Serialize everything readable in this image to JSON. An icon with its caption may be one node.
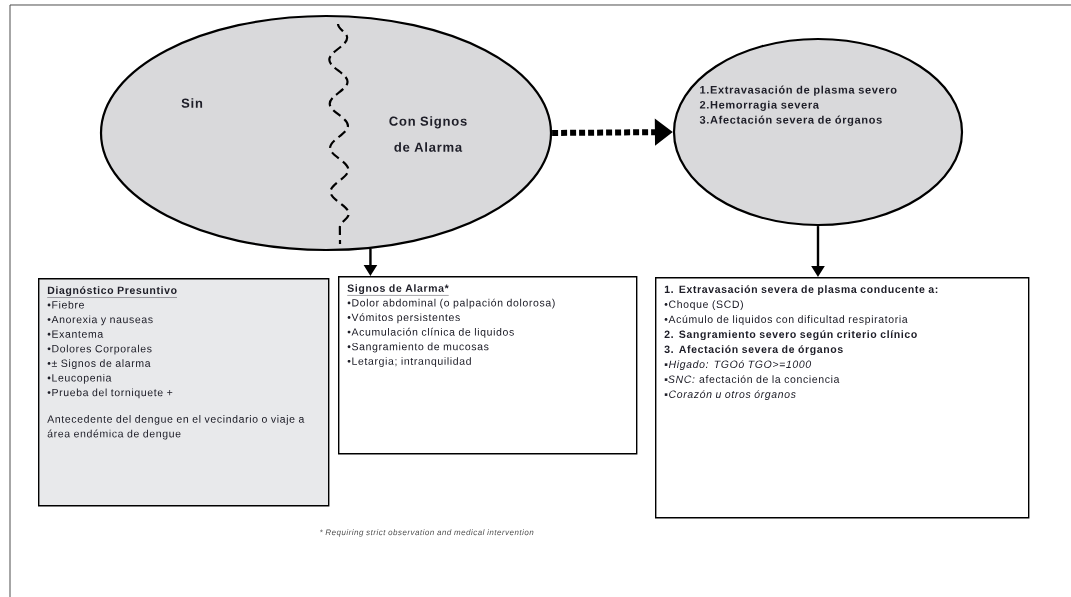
{
  "diagram": {
    "nodes": [
      {
        "text": [
          "Sin",
          "Con Signos de Alarma"
        ]
      },
      {
        "text": [
          "1.Extravasación de plasma severo",
          "2.Hemorragia severa",
          "3.Afectación severa de órganos"
        ]
      },
      {
        "text": [
          "Diagnóstico Presuntivo",
          "•Fiebre",
          "•Anorexia y nauseas",
          "•Exantema",
          "•Dolores Corporales",
          "•± Signos de alarma",
          "•Leucopenia",
          "•Prueba del torniquete +",
          "Antecedente del dengue en el vecindario o viaje a área endémica de dengue"
        ]
      },
      {
        "text": [
          "Signos de Alarma*",
          "•Dolor abdominal (o palpación dolorosa)",
          "•Vómitos persistentes",
          "•Acumulación clínica de liquidos",
          "•Sangramiento de mucosas",
          "•Letargia; intranquilidad"
        ]
      },
      {
        "text": [
          "1. Extravasación severa de plasma conducente a:",
          "•Choque (SCD)",
          "•Acúmulo de liquidos con dificultad respiratoria",
          "2. Sangramiento severo según criterio clínico",
          "3. Afectación severa de órganos",
          "▪Higado: TGOó TGO>=1000",
          "▪*SNC:* afectación de la conciencia",
          "▪Corazón u otros órganos"
        ]
      }
    ],
    "edges": [
      {
        "from": 0,
        "to": 1,
        "arrow": "to",
        "style": "dashed"
      },
      {
        "from": 0,
        "to": 3,
        "arrow": "to"
      },
      {
        "from": 1,
        "to": 4,
        "arrow": "to"
      }
    ],
    "labels": [
      "* Requiring strict observation and medical intervention"
    ]
  }
}
